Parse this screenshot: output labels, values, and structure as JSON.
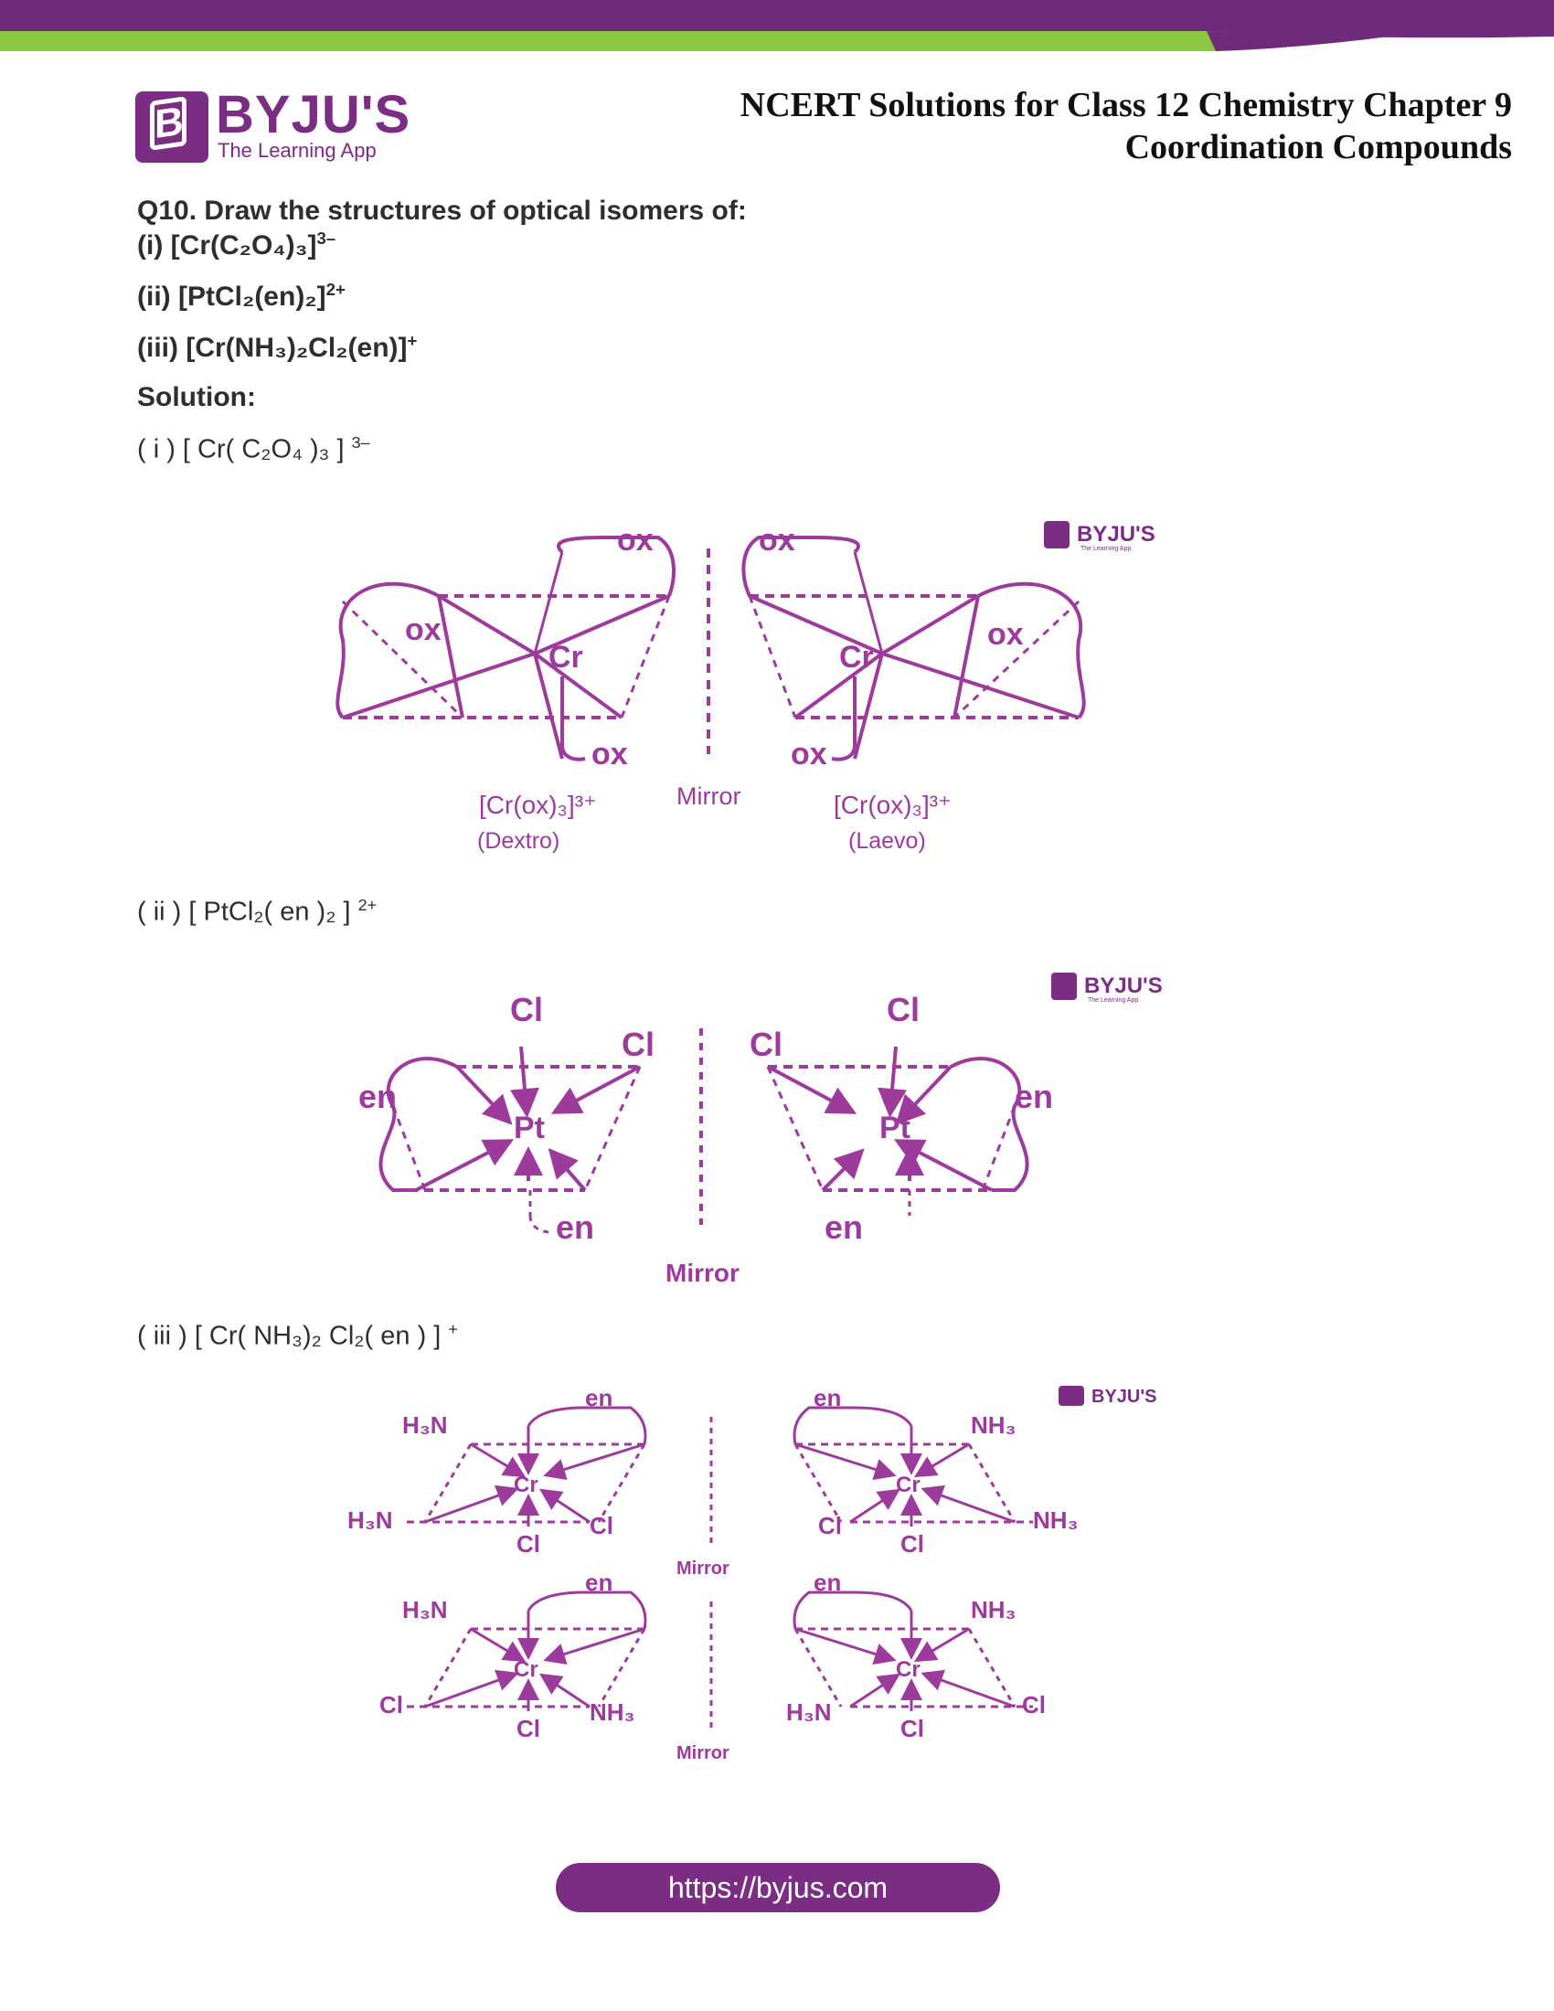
{
  "brand": {
    "name": "BYJU'S",
    "tagline": "The Learning App",
    "small_tagline": "The Learning App",
    "color": "#7b2c83",
    "accent": "#8dc63f"
  },
  "header": {
    "line1": "NCERT Solutions for Class 12 Chemistry Chapter 9",
    "line2": "Coordination Compounds"
  },
  "question": {
    "prefix": "Q10. Draw the structures of optical isomers of:",
    "items": [
      {
        "label": "(i)",
        "formula": "[Cr(C₂O₄)₃]",
        "charge": "3–"
      },
      {
        "label": "(ii)",
        "formula": "[PtCl₂(en)₂]",
        "charge": "2+"
      },
      {
        "label": "(iii)",
        "formula": "[Cr(NH₃)₂Cl₂(en)]",
        "charge": "+"
      }
    ]
  },
  "solution_heading": "Solution:",
  "parts": [
    {
      "label": "( i ) [ Cr( C₂O₄ )₃ ]",
      "charge": "3–"
    },
    {
      "label": "( ii ) [ PtCl₂( en )₂ ]",
      "charge": "2+"
    },
    {
      "label": "( iii ) [ Cr( NH₃)₂ Cl₂( en ) ]",
      "charge": "+"
    }
  ],
  "figures": {
    "fig1": {
      "ligand": "ox",
      "metal": "Cr",
      "mirror": "Mirror",
      "left_formula": "[Cr(ox)₃]³⁺",
      "left_name": "(Dextro)",
      "right_formula": "[Cr(ox)₃]³⁺",
      "right_name": "(Laevo)"
    },
    "fig2": {
      "metal": "Pt",
      "ligand": "en",
      "halide": "Cl",
      "mirror": "Mirror"
    },
    "fig3": {
      "metal": "Cr",
      "en": "en",
      "amine_left": "H₃N",
      "amine_right": "NH₃",
      "halide": "Cl",
      "mirror": "Mirror"
    }
  },
  "footer": {
    "url": "https://byjus.com"
  }
}
